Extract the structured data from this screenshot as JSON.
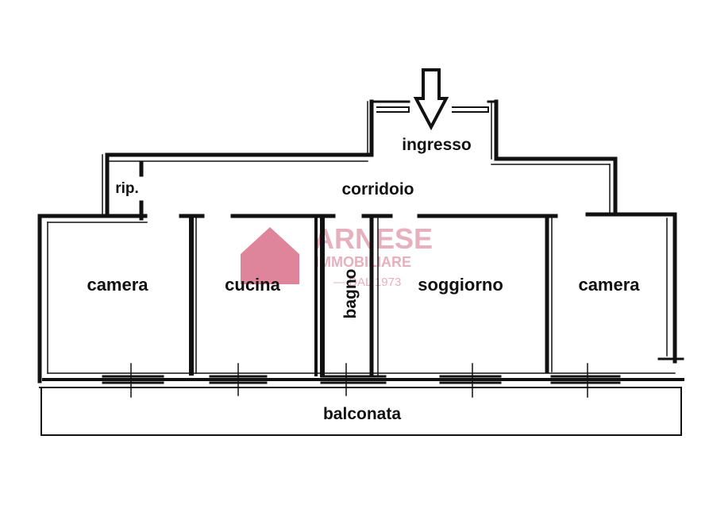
{
  "labels": {
    "ingresso": "ingresso",
    "corridoio": "corridoio",
    "ripostiglio": "rip.",
    "camera_left": "camera",
    "cucina": "cucina",
    "bagno": "bagno",
    "soggiorno": "soggiorno",
    "camera_right": "camera",
    "balconata": "balconata"
  },
  "watermark": {
    "brand": "ARNESE",
    "subtitle": "IMMOBILIARE",
    "since": "— DAL 1973"
  },
  "colors": {
    "wall": "#111111",
    "watermark_house": "#d9708a",
    "watermark_text": "#e3a3b2"
  }
}
